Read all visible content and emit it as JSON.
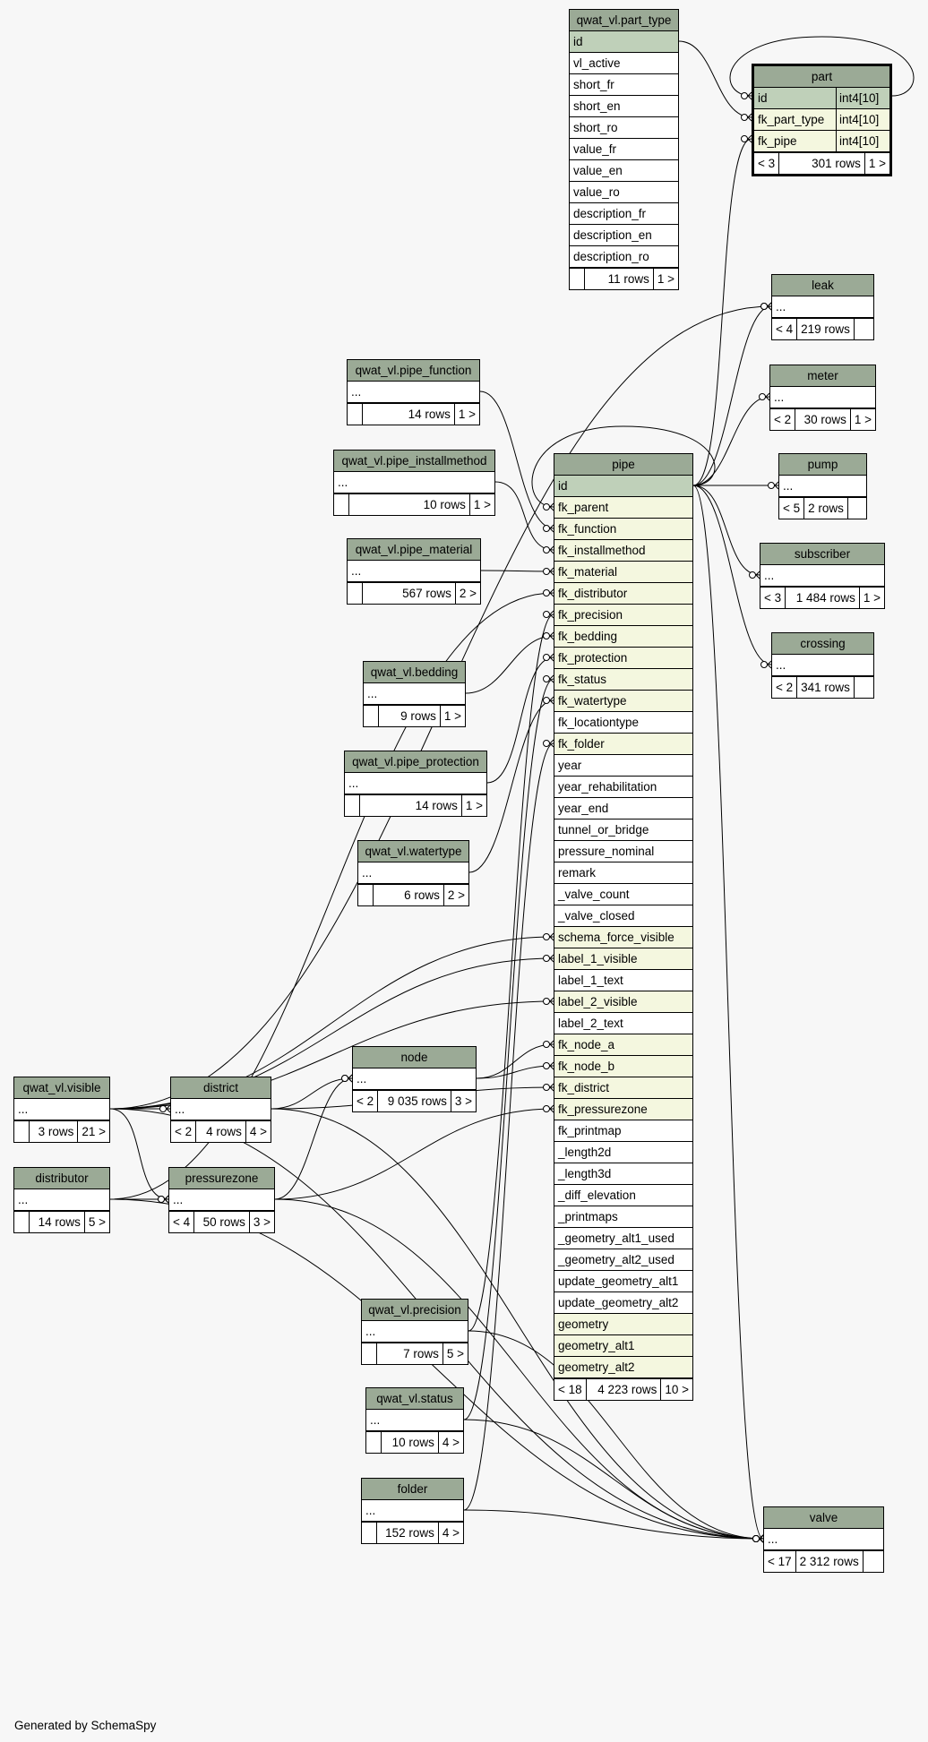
{
  "footer": "Generated by SchemaSpy",
  "tables": [
    {
      "id": "part",
      "name": "part",
      "focus": true,
      "cols": [
        {
          "n": "id",
          "k": "pk",
          "t": "int4[10]"
        },
        {
          "n": "fk_part_type",
          "k": "fk",
          "t": "int4[10]"
        },
        {
          "n": "fk_pipe",
          "k": "fk",
          "t": "int4[10]"
        }
      ],
      "foot": [
        "< 3",
        "301 rows",
        "1 >"
      ]
    },
    {
      "id": "part_type",
      "name": "qwat_vl.part_type",
      "cols": [
        {
          "n": "id",
          "k": "pk"
        },
        {
          "n": "vl_active"
        },
        {
          "n": "short_fr"
        },
        {
          "n": "short_en"
        },
        {
          "n": "short_ro"
        },
        {
          "n": "value_fr"
        },
        {
          "n": "value_en"
        },
        {
          "n": "value_ro"
        },
        {
          "n": "description_fr"
        },
        {
          "n": "description_en"
        },
        {
          "n": "description_ro"
        }
      ],
      "foot": [
        "",
        "11 rows",
        "1 >"
      ]
    },
    {
      "id": "leak",
      "name": "leak",
      "cols": [
        {
          "n": "..."
        }
      ],
      "foot": [
        "< 4",
        "219 rows",
        ""
      ]
    },
    {
      "id": "meter",
      "name": "meter",
      "cols": [
        {
          "n": "..."
        }
      ],
      "foot": [
        "< 2",
        "30 rows",
        "1 >"
      ]
    },
    {
      "id": "pump",
      "name": "pump",
      "cols": [
        {
          "n": "..."
        }
      ],
      "foot": [
        "< 5",
        "2 rows",
        ""
      ]
    },
    {
      "id": "subscriber",
      "name": "subscriber",
      "cols": [
        {
          "n": "..."
        }
      ],
      "foot": [
        "< 3",
        "1 484 rows",
        "1 >"
      ]
    },
    {
      "id": "crossing",
      "name": "crossing",
      "cols": [
        {
          "n": "..."
        }
      ],
      "foot": [
        "< 2",
        "341 rows",
        ""
      ]
    },
    {
      "id": "pipe_function",
      "name": "qwat_vl.pipe_function",
      "cols": [
        {
          "n": "..."
        }
      ],
      "foot": [
        "",
        "14 rows",
        "1 >"
      ]
    },
    {
      "id": "pipe_installmethod",
      "name": "qwat_vl.pipe_installmethod",
      "cols": [
        {
          "n": "..."
        }
      ],
      "foot": [
        "",
        "10 rows",
        "1 >"
      ]
    },
    {
      "id": "pipe_material",
      "name": "qwat_vl.pipe_material",
      "cols": [
        {
          "n": "..."
        }
      ],
      "foot": [
        "",
        "567 rows",
        "2 >"
      ]
    },
    {
      "id": "bedding",
      "name": "qwat_vl.bedding",
      "cols": [
        {
          "n": "..."
        }
      ],
      "foot": [
        "",
        "9 rows",
        "1 >"
      ]
    },
    {
      "id": "pipe_protection",
      "name": "qwat_vl.pipe_protection",
      "cols": [
        {
          "n": "..."
        }
      ],
      "foot": [
        "",
        "14 rows",
        "1 >"
      ]
    },
    {
      "id": "watertype",
      "name": "qwat_vl.watertype",
      "cols": [
        {
          "n": "..."
        }
      ],
      "foot": [
        "",
        "6 rows",
        "2 >"
      ]
    },
    {
      "id": "pipe",
      "name": "pipe",
      "cols": [
        {
          "n": "id",
          "k": "pk"
        },
        {
          "n": "fk_parent",
          "k": "fk"
        },
        {
          "n": "fk_function",
          "k": "fk"
        },
        {
          "n": "fk_installmethod",
          "k": "fk"
        },
        {
          "n": "fk_material",
          "k": "fk"
        },
        {
          "n": "fk_distributor",
          "k": "fk"
        },
        {
          "n": "fk_precision",
          "k": "fk"
        },
        {
          "n": "fk_bedding",
          "k": "fk"
        },
        {
          "n": "fk_protection",
          "k": "fk"
        },
        {
          "n": "fk_status",
          "k": "fk"
        },
        {
          "n": "fk_watertype",
          "k": "fk"
        },
        {
          "n": "fk_locationtype"
        },
        {
          "n": "fk_folder",
          "k": "fk"
        },
        {
          "n": "year"
        },
        {
          "n": "year_rehabilitation"
        },
        {
          "n": "year_end"
        },
        {
          "n": "tunnel_or_bridge"
        },
        {
          "n": "pressure_nominal"
        },
        {
          "n": "remark"
        },
        {
          "n": "_valve_count"
        },
        {
          "n": "_valve_closed"
        },
        {
          "n": "schema_force_visible",
          "k": "fk"
        },
        {
          "n": "label_1_visible",
          "k": "fk"
        },
        {
          "n": "label_1_text"
        },
        {
          "n": "label_2_visible",
          "k": "fk"
        },
        {
          "n": "label_2_text"
        },
        {
          "n": "fk_node_a",
          "k": "fk"
        },
        {
          "n": "fk_node_b",
          "k": "fk"
        },
        {
          "n": "fk_district",
          "k": "fk"
        },
        {
          "n": "fk_pressurezone",
          "k": "fk"
        },
        {
          "n": "fk_printmap"
        },
        {
          "n": "_length2d"
        },
        {
          "n": "_length3d"
        },
        {
          "n": "_diff_elevation"
        },
        {
          "n": "_printmaps"
        },
        {
          "n": "_geometry_alt1_used"
        },
        {
          "n": "_geometry_alt2_used"
        },
        {
          "n": "update_geometry_alt1"
        },
        {
          "n": "update_geometry_alt2"
        },
        {
          "n": "geometry",
          "k": "fk"
        },
        {
          "n": "geometry_alt1",
          "k": "fk"
        },
        {
          "n": "geometry_alt2",
          "k": "fk"
        }
      ],
      "foot": [
        "< 18",
        "4 223 rows",
        "10 >"
      ]
    },
    {
      "id": "node",
      "name": "node",
      "cols": [
        {
          "n": "..."
        }
      ],
      "foot": [
        "< 2",
        "9 035 rows",
        "3 >"
      ]
    },
    {
      "id": "visible",
      "name": "qwat_vl.visible",
      "cols": [
        {
          "n": "..."
        }
      ],
      "foot": [
        "",
        "3 rows",
        "21 >"
      ]
    },
    {
      "id": "district",
      "name": "district",
      "cols": [
        {
          "n": "..."
        }
      ],
      "foot": [
        "< 2",
        "4 rows",
        "4 >"
      ]
    },
    {
      "id": "distributor",
      "name": "distributor",
      "cols": [
        {
          "n": "..."
        }
      ],
      "foot": [
        "",
        "14 rows",
        "5 >"
      ]
    },
    {
      "id": "pressurezone",
      "name": "pressurezone",
      "cols": [
        {
          "n": "..."
        }
      ],
      "foot": [
        "< 4",
        "50 rows",
        "3 >"
      ]
    },
    {
      "id": "precision",
      "name": "qwat_vl.precision",
      "cols": [
        {
          "n": "..."
        }
      ],
      "foot": [
        "",
        "7 rows",
        "5 >"
      ]
    },
    {
      "id": "status",
      "name": "qwat_vl.status",
      "cols": [
        {
          "n": "..."
        }
      ],
      "foot": [
        "",
        "10 rows",
        "4 >"
      ]
    },
    {
      "id": "folder",
      "name": "folder",
      "cols": [
        {
          "n": "..."
        }
      ],
      "foot": [
        "",
        "152 rows",
        "4 >"
      ]
    },
    {
      "id": "valve",
      "name": "valve",
      "cols": [
        {
          "n": "..."
        }
      ],
      "foot": [
        "< 17",
        "2 312 rows",
        ""
      ]
    }
  ],
  "relations": [
    {
      "from": "part_type.id",
      "to": "part.fk_part_type"
    },
    {
      "from": "part.id",
      "to": "part.id"
    },
    {
      "from": "pipe.id",
      "to": "part.fk_pipe"
    },
    {
      "from": "pipe.id",
      "to": "leak"
    },
    {
      "from": "pipe.id",
      "to": "meter"
    },
    {
      "from": "pipe.id",
      "to": "pump"
    },
    {
      "from": "pipe.id",
      "to": "subscriber"
    },
    {
      "from": "pipe.id",
      "to": "crossing"
    },
    {
      "from": "pipe.id",
      "to": "valve"
    },
    {
      "from": "pipe.id",
      "to": "pipe.fk_parent"
    },
    {
      "from": "pipe_function",
      "to": "pipe.fk_function"
    },
    {
      "from": "pipe_installmethod",
      "to": "pipe.fk_installmethod"
    },
    {
      "from": "pipe_material",
      "to": "pipe.fk_material"
    },
    {
      "from": "distributor",
      "to": "pipe.fk_distributor"
    },
    {
      "from": "precision",
      "to": "pipe.fk_precision"
    },
    {
      "from": "bedding",
      "to": "pipe.fk_bedding"
    },
    {
      "from": "pipe_protection",
      "to": "pipe.fk_protection"
    },
    {
      "from": "status",
      "to": "pipe.fk_status"
    },
    {
      "from": "watertype",
      "to": "pipe.fk_watertype"
    },
    {
      "from": "folder",
      "to": "pipe.fk_folder"
    },
    {
      "from": "visible",
      "to": "pipe.schema_force_visible"
    },
    {
      "from": "visible",
      "to": "pipe.label_1_visible"
    },
    {
      "from": "visible",
      "to": "pipe.label_2_visible"
    },
    {
      "from": "node",
      "to": "pipe.fk_node_a"
    },
    {
      "from": "node",
      "to": "pipe.fk_node_b"
    },
    {
      "from": "district",
      "to": "pipe.fk_district"
    },
    {
      "from": "pressurezone",
      "to": "pipe.fk_pressurezone"
    },
    {
      "from": "visible",
      "to": "leak"
    },
    {
      "from": "visible",
      "to": "district"
    },
    {
      "from": "visible",
      "to": "pressurezone"
    },
    {
      "from": "distributor",
      "to": "pressurezone"
    },
    {
      "from": "district",
      "to": "node"
    },
    {
      "from": "pressurezone",
      "to": "node"
    },
    {
      "from": "visible",
      "to": "valve"
    },
    {
      "from": "district",
      "to": "valve"
    },
    {
      "from": "pressurezone",
      "to": "valve"
    },
    {
      "from": "distributor",
      "to": "valve"
    },
    {
      "from": "precision",
      "to": "valve"
    },
    {
      "from": "status",
      "to": "valve"
    },
    {
      "from": "folder",
      "to": "valve"
    }
  ]
}
